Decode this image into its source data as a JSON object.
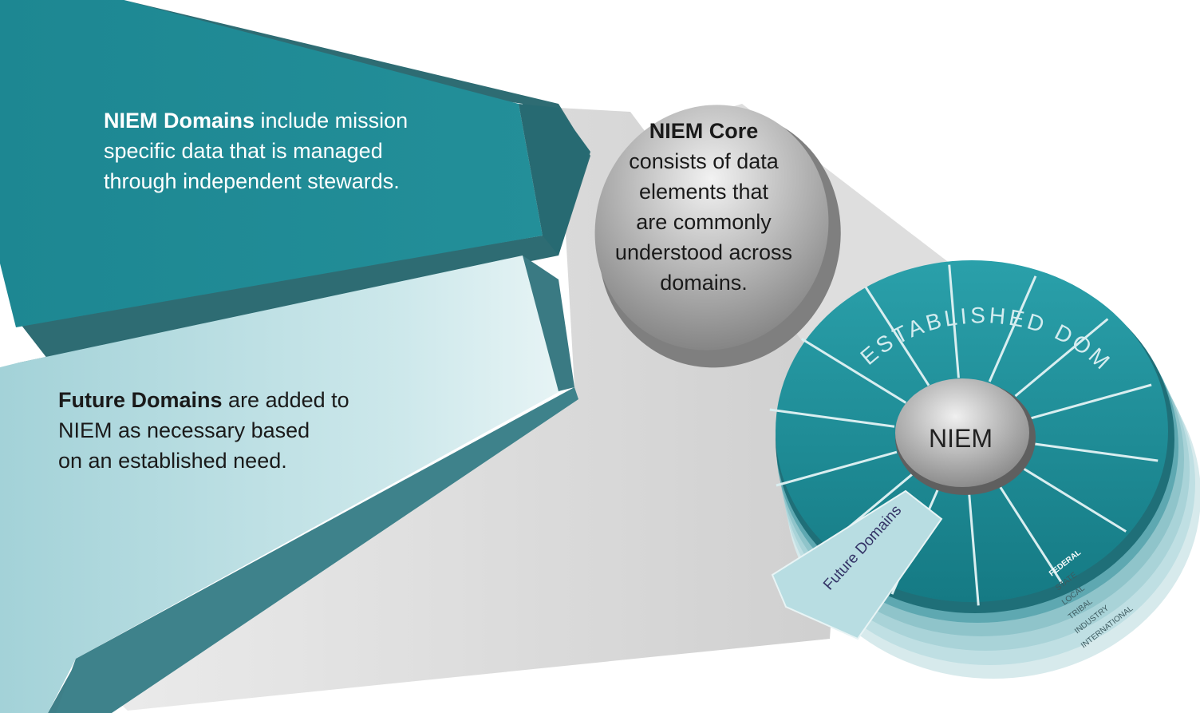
{
  "niem_domains": {
    "title": "NIEM Domains",
    "line1": "include mission",
    "line2": "specific data that is managed",
    "line3": "through independent stewards."
  },
  "future_domains": {
    "title": "Future Domains",
    "line1": "are added to",
    "line2": "NIEM as necessary based",
    "line3": "on an established need."
  },
  "niem_core": {
    "title": "NIEM Core",
    "lines": [
      "consists of data",
      "elements that",
      "are commonly",
      "understood across",
      "domains."
    ]
  },
  "wheel": {
    "center_label": "NIEM",
    "arc_label": "ESTABLISHED DOMAINS",
    "future_label": "Future Domains",
    "layers": [
      "FEDERAL",
      "STATE",
      "LOCAL",
      "TRIBAL",
      "INDUSTRY",
      "INTERNATIONAL"
    ]
  },
  "colors": {
    "teal": "#1f8a95",
    "teal_dark": "#2f6e76",
    "teal_light": "#a7d3d9",
    "grey_beam": "#d9d9d9",
    "ellipse": "#a8a8a8"
  }
}
